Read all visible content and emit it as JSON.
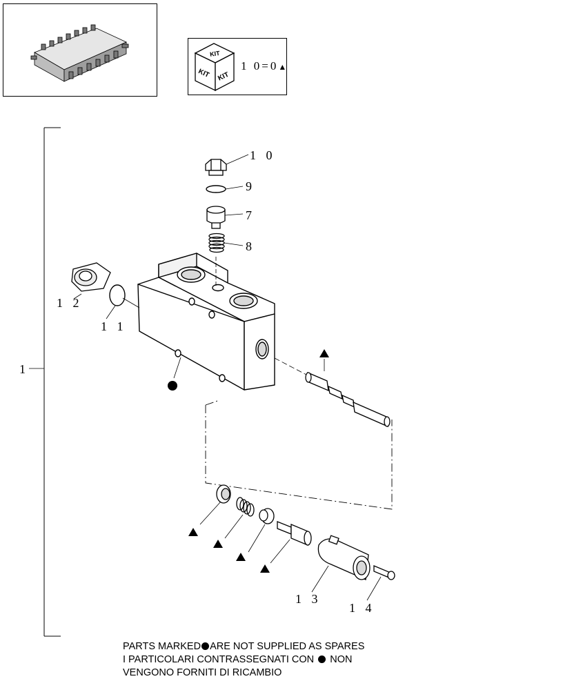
{
  "kit_box": {
    "label": "1 0=0",
    "marker": "▲",
    "cube_text": [
      "KIT",
      "KIT",
      "KIT"
    ]
  },
  "callouts": {
    "assembly": "1",
    "c10": "1 0",
    "c9": "9",
    "c7": "7",
    "c8": "8",
    "c12": "1 2",
    "c11": "1 1",
    "c13": "1 3",
    "c14": "1 4"
  },
  "footer": {
    "line1_a": "PARTS MARKED",
    "line1_b": "ARE NOT SUPPLIED AS SPARES",
    "line2_a": "I PARTICOLARI  CONTRASSEGNATI  CON",
    "line2_b": "NON",
    "line3": "VENGONO FORNITI DI RICAMBIO"
  },
  "colors": {
    "ink": "#000000",
    "paper": "#ffffff",
    "shade": "#d9d9d9"
  }
}
